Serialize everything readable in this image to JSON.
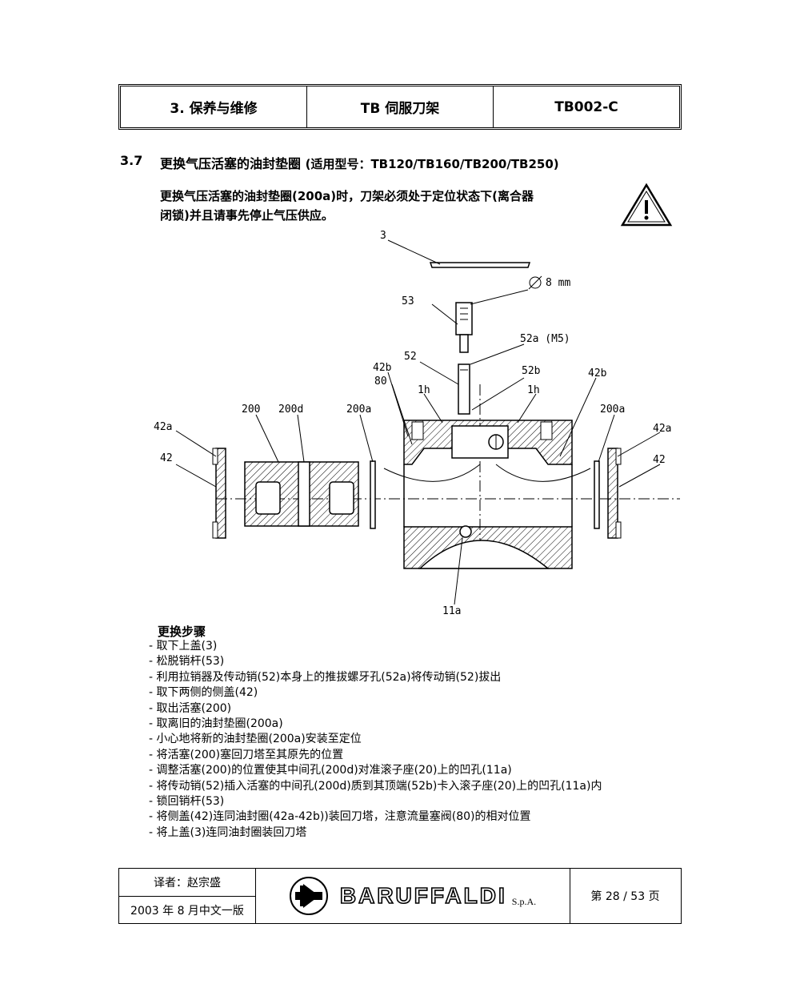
{
  "header": {
    "section": "3. 保养与维修",
    "product": "TB 伺服刀架",
    "code": "TB002-C"
  },
  "section": {
    "number": "3.7",
    "title": "更换气压活塞的油封垫圈",
    "subtitle": "(适用型号：TB120/TB160/TB200/TB250)"
  },
  "intro": {
    "line1": "更换气压活塞的油封垫圈(200a)时，刀架必须处于定位状态下(离合器",
    "line2": "闭锁)并且请事先停止气压供应。"
  },
  "warning_icon": "warning-triangle-icon",
  "diagram": {
    "labels": {
      "l3": "3",
      "dia": "8 mm",
      "l53": "53",
      "l52a": "52a (M5)",
      "l52": "52",
      "l42b_left": "42b",
      "l80": "80",
      "l52b": "52b",
      "l42b_right": "42b",
      "l1h_left": "1h",
      "l1h_right": "1h",
      "l200": "200",
      "l200d": "200d",
      "l200a_left": "200a",
      "l200a_right": "200a",
      "l42a_left": "42a",
      "l42a_right": "42a",
      "l42_left": "42",
      "l42_right": "42",
      "l11a": "11a"
    }
  },
  "steps": {
    "title": "更换步骤",
    "items": [
      "- 取下上盖(3)",
      "- 松脱销杆(53)",
      "- 利用拉销器及传动销(52)本身上的推拔螺牙孔(52a)将传动销(52)拔出",
      "- 取下两侧的侧盖(42)",
      "- 取出活塞(200)",
      "- 取离旧的油封垫圈(200a)",
      "- 小心地将新的油封垫圈(200a)安装至定位",
      "- 将活塞(200)塞回刀塔至其原先的位置",
      "- 调整活塞(200)的位置使其中间孔(200d)对准滚子座(20)上的凹孔(11a)",
      "- 将传动销(52)插入活塞的中间孔(200d)质到其顶端(52b)卡入滚子座(20)上的凹孔(11a)内",
      "- 锁回销杆(53)",
      "- 将侧盖(42)连同油封圈(42a-42b))装回刀塔，注意流量塞阀(80)的相对位置",
      "- 将上盖(3)连同油封圈装回刀塔"
    ]
  },
  "footer": {
    "translator": "译者：赵宗盛",
    "edition": "2003 年 8 月中文一版",
    "brand": "BARUFFALDI",
    "brand_suffix": "S.p.A.",
    "page": "第 28 / 53 页"
  }
}
